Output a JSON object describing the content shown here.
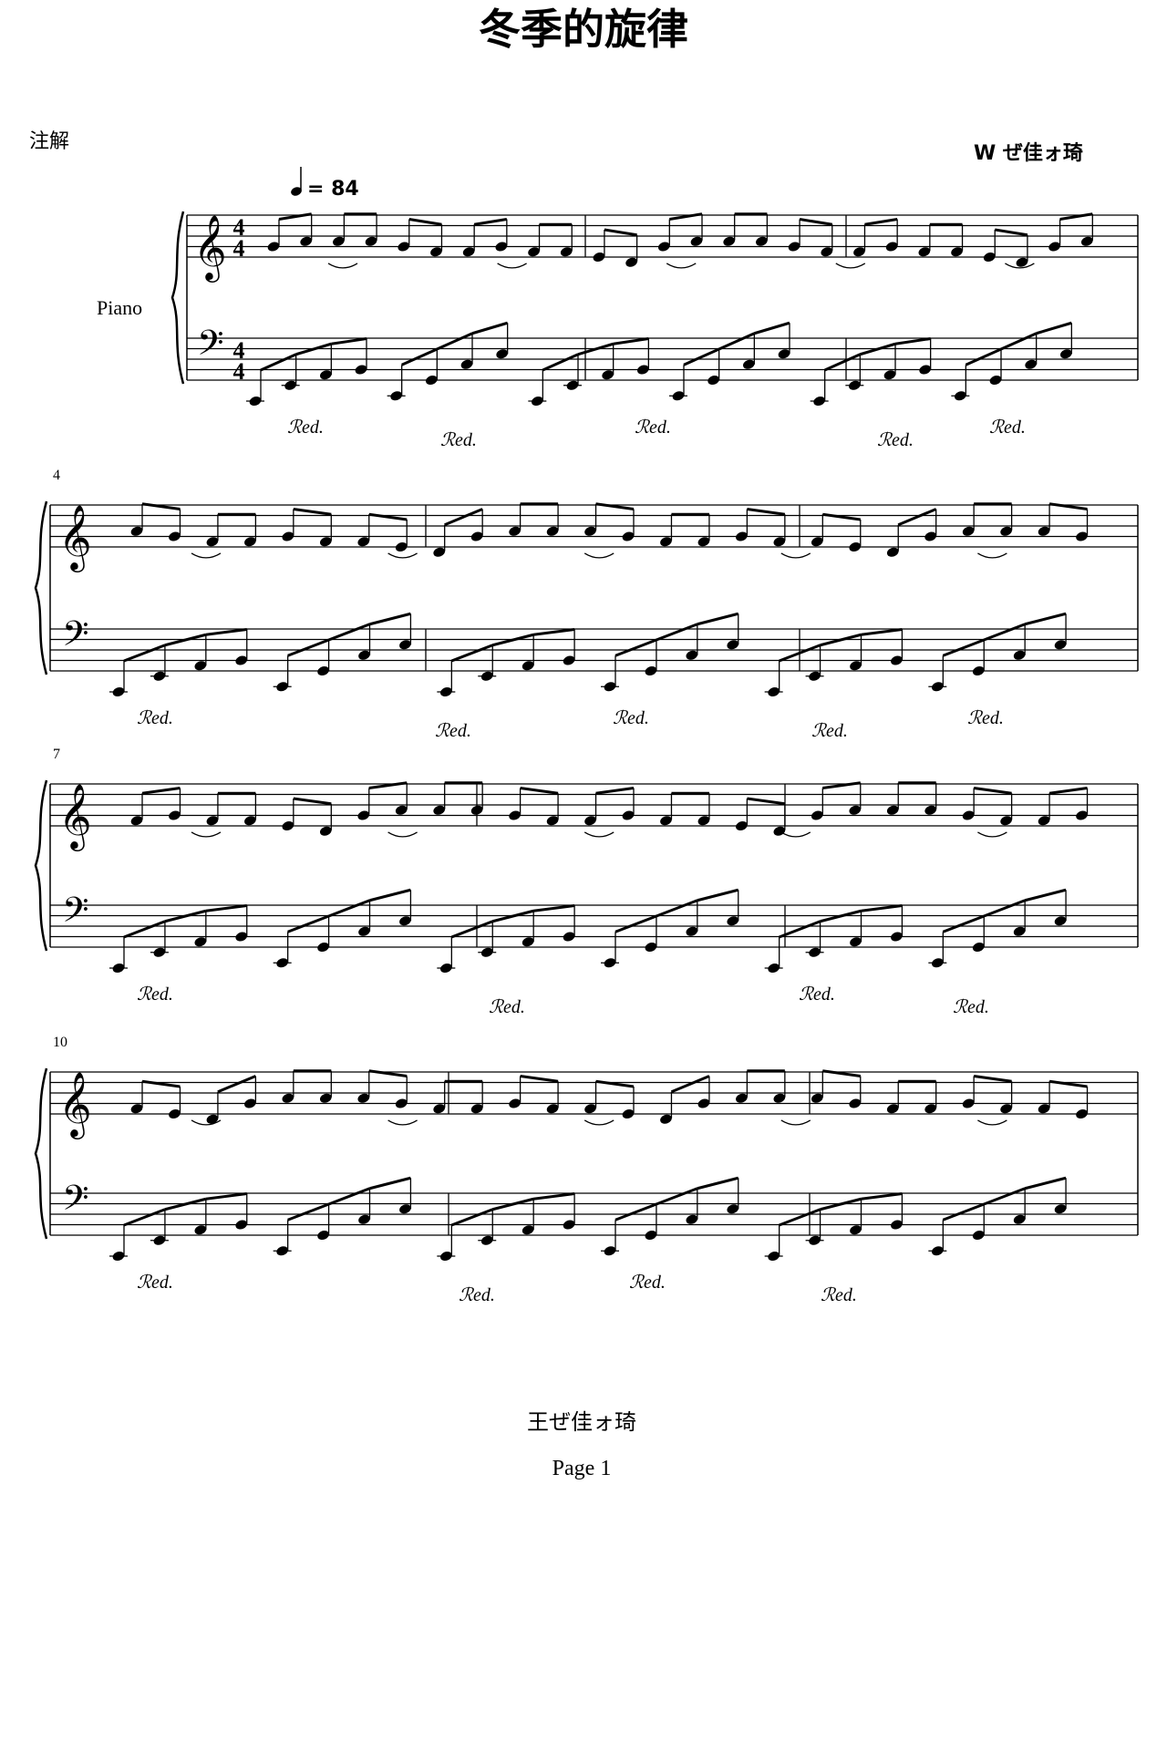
{
  "score": {
    "title": "冬季的旋律",
    "annotation": "注解",
    "composer": "W ぜ佳ォ琦",
    "instrument": "Piano",
    "tempo": "= 84",
    "time_signature": {
      "top": "4",
      "bottom": "4"
    },
    "pedal_mark": "ℛed.",
    "measure_numbers": [
      "4",
      "7",
      "10"
    ]
  },
  "footer": {
    "author": "王ぜ佳ォ琦",
    "page": "Page 1"
  },
  "icons": {
    "treble_clef": "treble-clef-icon",
    "bass_clef": "bass-clef-icon",
    "quarter_note": "quarter-note-icon"
  }
}
